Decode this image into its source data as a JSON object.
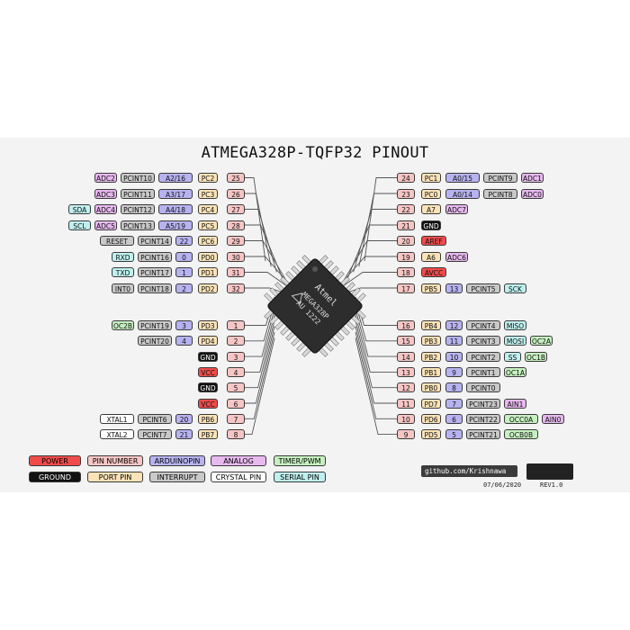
{
  "title": "ATMEGA328P-TQFP32 PINOUT",
  "chip": {
    "logo": "Atmel",
    "line1": "MEGA328P",
    "line2": "AU 1222"
  },
  "colors": {
    "POWER": "#ef4b4b",
    "PIN_NUMBER": "#f6c6c4",
    "ARDUINOPIN": "#b7b3f0",
    "ANALOG": "#e7b9ef",
    "TIMER_PWM": "#c6f0c0",
    "GROUND": "#111111",
    "PORT_PIN": "#fbe3b7",
    "INTERRUPT": "#c9c9c9",
    "CRYSTAL_PIN": "#ffffff",
    "SERIAL_PIN": "#bff0ef"
  },
  "left_rows": [
    {
      "pin": "25",
      "port": "PC2",
      "labels": [
        {
          "t": "ADC2",
          "c": "ANALOG"
        },
        {
          "t": "PCINT10",
          "c": "INTERRUPT"
        },
        {
          "t": "A2/16",
          "c": "ARDUINOPIN"
        }
      ]
    },
    {
      "pin": "26",
      "port": "PC3",
      "labels": [
        {
          "t": "ADC3",
          "c": "ANALOG"
        },
        {
          "t": "PCINT11",
          "c": "INTERRUPT"
        },
        {
          "t": "A3/17",
          "c": "ARDUINOPIN"
        }
      ]
    },
    {
      "pin": "27",
      "port": "PC4",
      "labels": [
        {
          "t": "SDA",
          "c": "SERIAL_PIN"
        },
        {
          "t": "ADC4",
          "c": "ANALOG"
        },
        {
          "t": "PCINT12",
          "c": "INTERRUPT"
        },
        {
          "t": "A4/18",
          "c": "ARDUINOPIN"
        }
      ]
    },
    {
      "pin": "28",
      "port": "PC5",
      "labels": [
        {
          "t": "SCL",
          "c": "SERIAL_PIN"
        },
        {
          "t": "ADC5",
          "c": "ANALOG"
        },
        {
          "t": "PCINT13",
          "c": "INTERRUPT"
        },
        {
          "t": "A5/19",
          "c": "ARDUINOPIN"
        }
      ]
    },
    {
      "pin": "29",
      "port": "PC6",
      "labels": [
        {
          "t": "RESET",
          "c": "INTERRUPT"
        },
        {
          "t": "PCINT14",
          "c": "INTERRUPT"
        },
        {
          "t": "22",
          "c": "ARDUINOPIN"
        }
      ]
    },
    {
      "pin": "30",
      "port": "PD0",
      "labels": [
        {
          "t": "RXD",
          "c": "SERIAL_PIN"
        },
        {
          "t": "PCINT16",
          "c": "INTERRUPT"
        },
        {
          "t": "0",
          "c": "ARDUINOPIN"
        }
      ]
    },
    {
      "pin": "31",
      "port": "PD1",
      "labels": [
        {
          "t": "TXD",
          "c": "SERIAL_PIN"
        },
        {
          "t": "PCINT17",
          "c": "INTERRUPT"
        },
        {
          "t": "1",
          "c": "ARDUINOPIN"
        }
      ]
    },
    {
      "pin": "32",
      "port": "PD2",
      "labels": [
        {
          "t": "INT0",
          "c": "INTERRUPT"
        },
        {
          "t": "PCINT18",
          "c": "INTERRUPT"
        },
        {
          "t": "2",
          "c": "ARDUINOPIN"
        }
      ]
    },
    {
      "pin": "1",
      "port": "PD3",
      "labels": [
        {
          "t": "OC2B",
          "c": "TIMER_PWM"
        },
        {
          "t": "PCINT19",
          "c": "INTERRUPT"
        },
        {
          "t": "3",
          "c": "ARDUINOPIN"
        }
      ]
    },
    {
      "pin": "2",
      "port": "PD4",
      "labels": [
        {
          "t": "PCINT20",
          "c": "INTERRUPT"
        },
        {
          "t": "4",
          "c": "ARDUINOPIN"
        }
      ]
    },
    {
      "pin": "3",
      "port": "GND",
      "labels": []
    },
    {
      "pin": "4",
      "port": "VCC",
      "labels": []
    },
    {
      "pin": "5",
      "port": "GND",
      "labels": []
    },
    {
      "pin": "6",
      "port": "VCC",
      "labels": []
    },
    {
      "pin": "7",
      "port": "PB6",
      "labels": [
        {
          "t": "XTAL1",
          "c": "CRYSTAL_PIN"
        },
        {
          "t": "PCINT6",
          "c": "INTERRUPT"
        },
        {
          "t": "20",
          "c": "ARDUINOPIN"
        }
      ]
    },
    {
      "pin": "8",
      "port": "PB7",
      "labels": [
        {
          "t": "XTAL2",
          "c": "CRYSTAL_PIN"
        },
        {
          "t": "PCINT7",
          "c": "INTERRUPT"
        },
        {
          "t": "21",
          "c": "ARDUINOPIN"
        }
      ]
    }
  ],
  "right_rows": [
    {
      "pin": "24",
      "port": "PC1",
      "labels": [
        {
          "t": "A0/15",
          "c": "ARDUINOPIN"
        },
        {
          "t": "PCINT9",
          "c": "INTERRUPT"
        },
        {
          "t": "ADC1",
          "c": "ANALOG"
        }
      ]
    },
    {
      "pin": "23",
      "port": "PC0",
      "labels": [
        {
          "t": "A0/14",
          "c": "ARDUINOPIN"
        },
        {
          "t": "PCINT8",
          "c": "INTERRUPT"
        },
        {
          "t": "ADC0",
          "c": "ANALOG"
        }
      ]
    },
    {
      "pin": "22",
      "port": "A7",
      "labels": [
        {
          "t": "ADC7",
          "c": "ANALOG"
        }
      ]
    },
    {
      "pin": "21",
      "port": "GND",
      "labels": []
    },
    {
      "pin": "20",
      "port": "AREF",
      "labels": []
    },
    {
      "pin": "19",
      "port": "A6",
      "labels": [
        {
          "t": "ADC6",
          "c": "ANALOG"
        }
      ]
    },
    {
      "pin": "18",
      "port": "AVCC",
      "labels": []
    },
    {
      "pin": "17",
      "port": "PB5",
      "labels": [
        {
          "t": "13",
          "c": "ARDUINOPIN"
        },
        {
          "t": "PCINT5",
          "c": "INTERRUPT"
        },
        {
          "t": "SCK",
          "c": "SERIAL_PIN"
        }
      ]
    },
    {
      "pin": "16",
      "port": "PB4",
      "labels": [
        {
          "t": "12",
          "c": "ARDUINOPIN"
        },
        {
          "t": "PCINT4",
          "c": "INTERRUPT"
        },
        {
          "t": "MISO",
          "c": "SERIAL_PIN"
        }
      ]
    },
    {
      "pin": "15",
      "port": "PB3",
      "labels": [
        {
          "t": "11",
          "c": "ARDUINOPIN"
        },
        {
          "t": "PCINT3",
          "c": "INTERRUPT"
        },
        {
          "t": "MOSI",
          "c": "SERIAL_PIN"
        },
        {
          "t": "OC2A",
          "c": "TIMER_PWM"
        }
      ]
    },
    {
      "pin": "14",
      "port": "PB2",
      "labels": [
        {
          "t": "10",
          "c": "ARDUINOPIN"
        },
        {
          "t": "PCINT2",
          "c": "INTERRUPT"
        },
        {
          "t": "SS",
          "c": "SERIAL_PIN"
        },
        {
          "t": "OC1B",
          "c": "TIMER_PWM"
        }
      ]
    },
    {
      "pin": "13",
      "port": "PB1",
      "labels": [
        {
          "t": "9",
          "c": "ARDUINOPIN"
        },
        {
          "t": "PCINT1",
          "c": "INTERRUPT"
        },
        {
          "t": "OC1A",
          "c": "TIMER_PWM"
        }
      ]
    },
    {
      "pin": "12",
      "port": "PB0",
      "labels": [
        {
          "t": "8",
          "c": "ARDUINOPIN"
        },
        {
          "t": "PCINT0",
          "c": "INTERRUPT"
        }
      ]
    },
    {
      "pin": "11",
      "port": "PD7",
      "labels": [
        {
          "t": "7",
          "c": "ARDUINOPIN"
        },
        {
          "t": "PCINT23",
          "c": "INTERRUPT"
        },
        {
          "t": "AIN1",
          "c": "ANALOG"
        }
      ]
    },
    {
      "pin": "10",
      "port": "PD6",
      "labels": [
        {
          "t": "6",
          "c": "ARDUINOPIN"
        },
        {
          "t": "PCINT22",
          "c": "INTERRUPT"
        },
        {
          "t": "OCC0A",
          "c": "TIMER_PWM"
        },
        {
          "t": "AIN0",
          "c": "ANALOG"
        }
      ]
    },
    {
      "pin": "9",
      "port": "PD5",
      "labels": [
        {
          "t": "5",
          "c": "ARDUINOPIN"
        },
        {
          "t": "PCINT21",
          "c": "INTERRUPT"
        },
        {
          "t": "OCB0B",
          "c": "TIMER_PWM"
        }
      ]
    }
  ],
  "legend": [
    {
      "t": "POWER",
      "c": "POWER"
    },
    {
      "t": "PIN NUMBER",
      "c": "PIN_NUMBER"
    },
    {
      "t": "ARDUINOPIN",
      "c": "ARDUINOPIN"
    },
    {
      "t": "ANALOG",
      "c": "ANALOG"
    },
    {
      "t": "TIMER/PWM",
      "c": "TIMER_PWM"
    },
    {
      "t": "GROUND",
      "c": "GROUND"
    },
    {
      "t": "PORT PIN",
      "c": "PORT_PIN"
    },
    {
      "t": "INTERRUPT",
      "c": "INTERRUPT"
    },
    {
      "t": "CRYSTAL PIN",
      "c": "CRYSTAL_PIN"
    },
    {
      "t": "SERIAL PIN",
      "c": "SERIAL_PIN"
    }
  ],
  "footer": {
    "github": "github.com/Krishnawa",
    "date": "07/06/2020",
    "rev": "REV1.0"
  }
}
